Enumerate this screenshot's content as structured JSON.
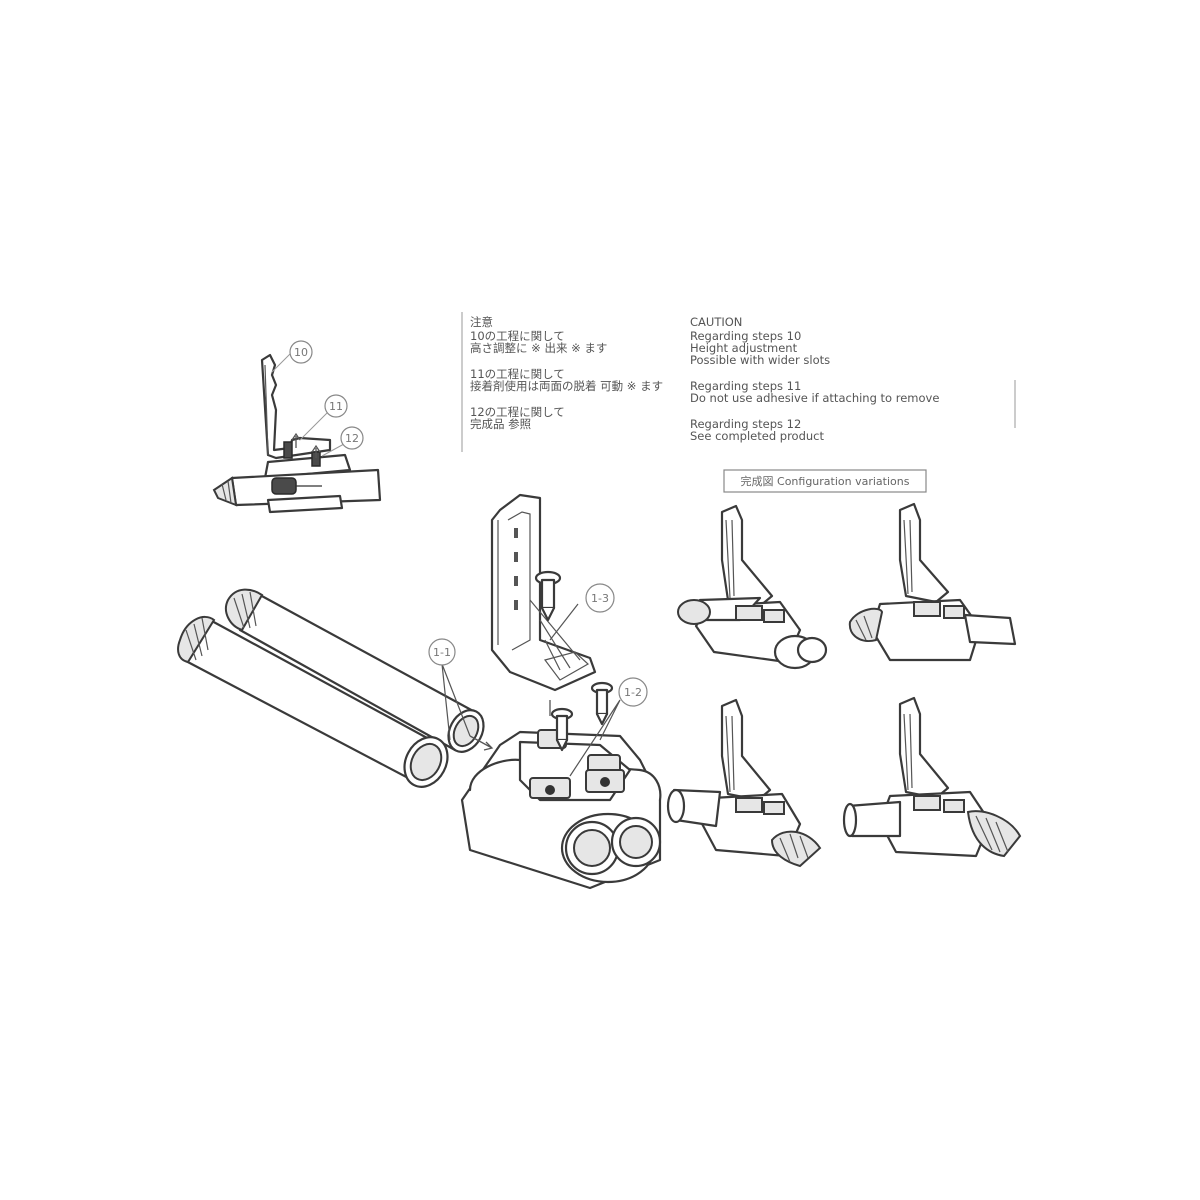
{
  "caption_jp": {
    "title": "注意",
    "s10": "10の工程に関して",
    "s10b": "高さ調整に ※ 出来 ※ ます",
    "s11": "11の工程に関して",
    "s11b": "接着剤使用は両面の脱着 可動 ※ ます",
    "s12": "12の工程に関して",
    "s12b": "完成品 参照"
  },
  "caption_en": {
    "title": "CAUTION",
    "s10": "Regarding steps 10",
    "s10b": "Height adjustment",
    "s10c": "Possible with wider slots",
    "s11": "Regarding steps 11",
    "s11b": "Do not use adhesive if attaching to remove",
    "s12": "Regarding steps 12",
    "s12b": "See completed product"
  },
  "variations_label": "完成図 Configuration variations",
  "callouts": {
    "c10": "10",
    "c11": "11",
    "c12": "12",
    "c1_1": "1-1",
    "c1_2": "1-2",
    "c1_3": "1-3"
  },
  "colors": {
    "line": "#3a3a3a",
    "background": "#ffffff",
    "shade": "#e6e6e6"
  }
}
